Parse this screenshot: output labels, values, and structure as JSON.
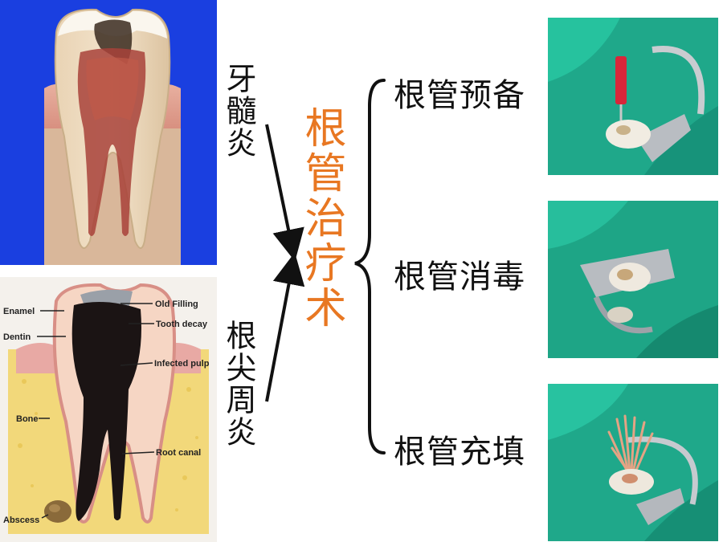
{
  "left_labels": {
    "top": "牙髓炎",
    "bottom": "根尖周炎"
  },
  "center_title": "根管治疗术",
  "steps": [
    {
      "label": "根管预备"
    },
    {
      "label": "根管消毒"
    },
    {
      "label": "根管充填"
    }
  ],
  "diagram_labels": {
    "enamel": "Enamel",
    "dentin": "Dentin",
    "bone": "Bone",
    "abscess": "Abscess",
    "old_filling": "Old Filling",
    "tooth_decay": "Tooth decay",
    "infected_pulp": "Infected pulp",
    "root_canal": "Root canal"
  },
  "colors": {
    "title_orange": "#E87722",
    "blue_background": "#1A3FE0",
    "dental_dam_green": "#1FA88A"
  }
}
